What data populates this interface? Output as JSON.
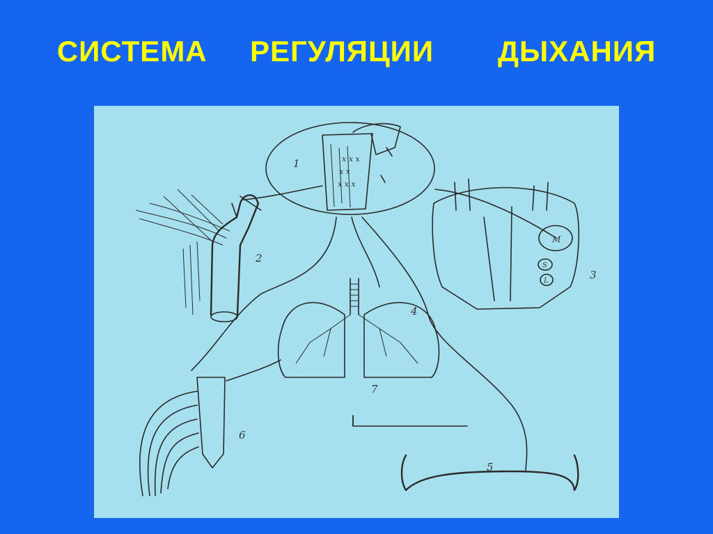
{
  "slide": {
    "title": "СИСТЕМА  РЕГУЛЯЦИИ   ДЫХАНИЯ",
    "title_color": "#ffff00",
    "background_color": "#1565f0",
    "panel_color": "#a6dfee"
  },
  "diagram": {
    "labels": {
      "n1": "1",
      "n2": "2",
      "n3": "3",
      "n4": "4",
      "n5": "5",
      "n6": "6",
      "n7": "7",
      "m": "M",
      "s": "S",
      "l": "L"
    }
  }
}
